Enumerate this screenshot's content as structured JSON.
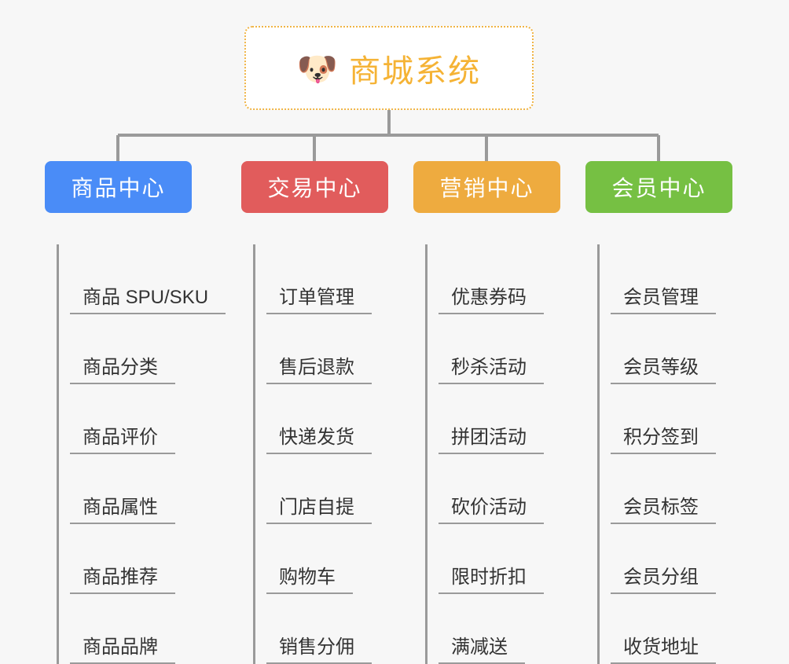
{
  "root": {
    "icon": "dog-face-emoji",
    "icon_glyph": "🐶",
    "title": "商城系统",
    "accent_color": "#f5b335",
    "border_color": "#f0b445",
    "background": "#ffffff"
  },
  "canvas": {
    "background": "#f7f7f7",
    "connector_color": "#9a9a9a"
  },
  "columns": [
    {
      "id": "product-center",
      "label": "商品中心",
      "color": "#4a8cf7",
      "items": [
        {
          "label": "商品 SPU/SKU"
        },
        {
          "label": "商品分类"
        },
        {
          "label": "商品评价"
        },
        {
          "label": "商品属性"
        },
        {
          "label": "商品推荐"
        },
        {
          "label": "商品品牌"
        }
      ]
    },
    {
      "id": "trade-center",
      "label": "交易中心",
      "color": "#e15c5c",
      "items": [
        {
          "label": "订单管理"
        },
        {
          "label": "售后退款"
        },
        {
          "label": "快递发货"
        },
        {
          "label": "门店自提"
        },
        {
          "label": "购物车"
        },
        {
          "label": "销售分佣"
        }
      ]
    },
    {
      "id": "marketing-center",
      "label": "营销中心",
      "color": "#eeab3f",
      "items": [
        {
          "label": "优惠券码"
        },
        {
          "label": "秒杀活动"
        },
        {
          "label": "拼团活动"
        },
        {
          "label": "砍价活动"
        },
        {
          "label": "限时折扣"
        },
        {
          "label": "满减送"
        }
      ]
    },
    {
      "id": "member-center",
      "label": "会员中心",
      "color": "#76c043",
      "items": [
        {
          "label": "会员管理"
        },
        {
          "label": "会员等级"
        },
        {
          "label": "积分签到"
        },
        {
          "label": "会员标签"
        },
        {
          "label": "会员分组"
        },
        {
          "label": "收货地址"
        }
      ]
    }
  ]
}
